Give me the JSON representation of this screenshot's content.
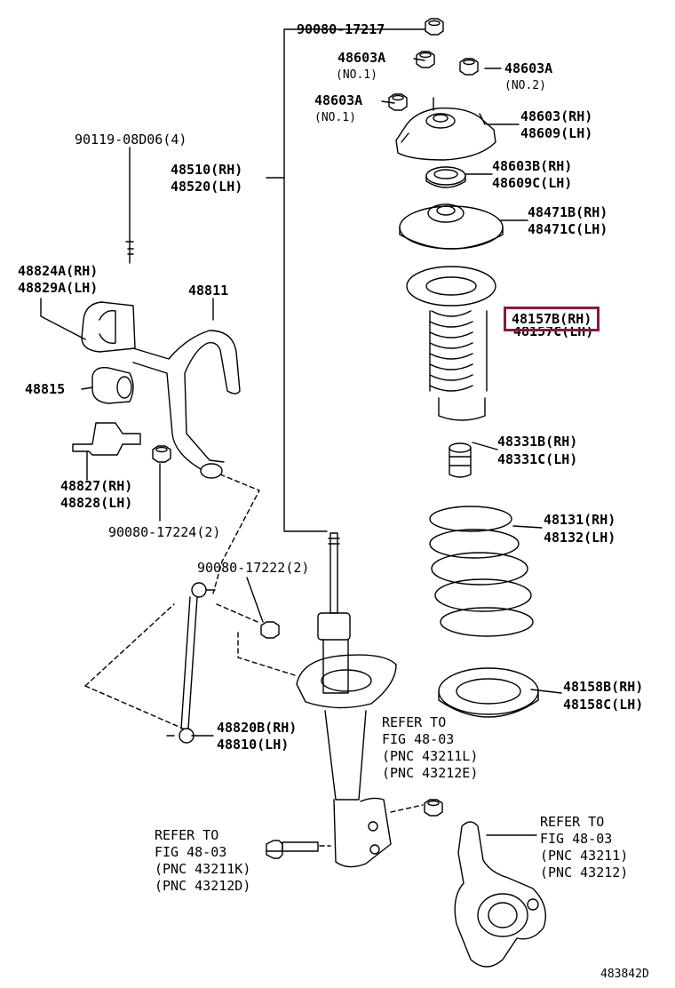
{
  "labels": {
    "bolt_top": "90080-17217",
    "nut_no1_a": "48603A",
    "nut_no1_a_note": "(NO.1)",
    "nut_no2": "48603A",
    "nut_no2_note": "(NO.2)",
    "nut_no1_b": "48603A",
    "nut_no1_b_note": "(NO.1)",
    "support_rh": "48603(RH)",
    "support_lh": "48609(LH)",
    "bearing_rh": "48603B(RH)",
    "bearing_lh": "48609C(LH)",
    "seat_upper_rh": "48471B(RH)",
    "seat_upper_lh": "48471C(LH)",
    "boot_rh": "48157B(RH)",
    "boot_lh": "48157C(LH)",
    "bumper_rh": "48331B(RH)",
    "bumper_lh": "48331C(LH)",
    "spring_rh": "48131(RH)",
    "spring_lh": "48132(LH)",
    "insulator_rh": "48158B(RH)",
    "insulator_lh": "48158C(LH)",
    "strut_rh": "48510(RH)",
    "strut_lh": "48520(LH)",
    "bolt_bracket": "90119-08D06(4)",
    "bracket_bush_rh": "48824A(RH)",
    "bracket_bush_lh": "48829A(LH)",
    "stabilizer": "48811",
    "bushing": "48815",
    "bracket_rh": "48827(RH)",
    "bracket_lh": "48828(LH)",
    "nut_stab": "90080-17224(2)",
    "nut_link": "90080-17222(2)",
    "link_rh": "48820B(RH)",
    "link_lh": "48810(LH)",
    "refer_mid_1": "REFER TO",
    "refer_mid_2": "FIG 48-03",
    "refer_mid_3": "(PNC 43211L)",
    "refer_mid_4": "(PNC 43212E)",
    "refer_left_1": "REFER TO",
    "refer_left_2": "FIG 48-03",
    "refer_left_3": "(PNC 43211K)",
    "refer_left_4": "(PNC 43212D)",
    "refer_right_1": "REFER TO",
    "refer_right_2": "FIG 48-03",
    "refer_right_3": "(PNC 43211)",
    "refer_right_4": "(PNC 43212)",
    "figure_id": "483842D"
  },
  "highlight_color": "#8b1a3a"
}
